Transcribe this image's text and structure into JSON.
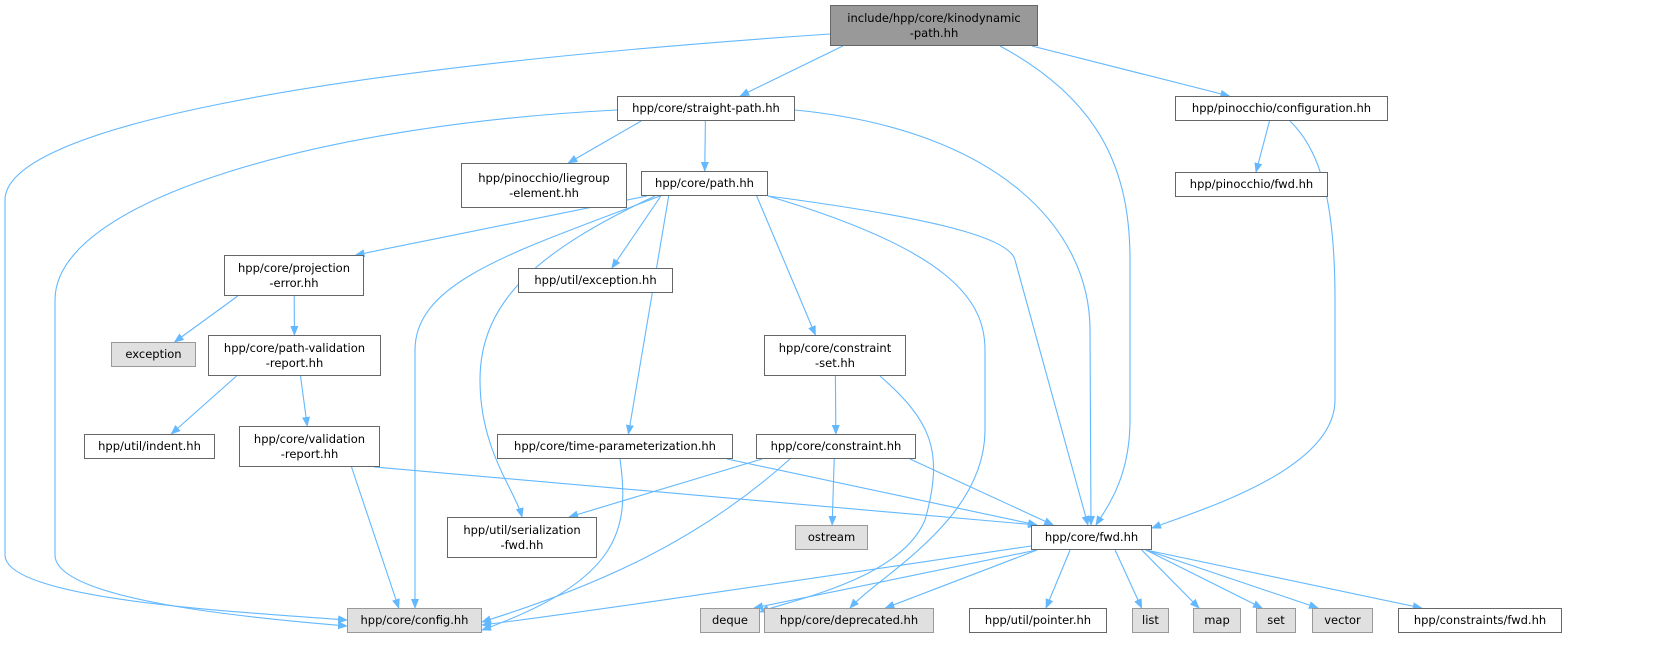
{
  "colors": {
    "edge": "#63b8ff",
    "root_fill": "#999999",
    "external_fill": "#e0e0e0"
  },
  "nodes": [
    {
      "id": "kino",
      "label": "include/hpp/core/kinodynamic\n-path.hh",
      "kind": "root"
    },
    {
      "id": "straight",
      "label": "hpp/core/straight-path.hh",
      "kind": "file"
    },
    {
      "id": "configuration",
      "label": "hpp/pinocchio/configuration.hh",
      "kind": "file"
    },
    {
      "id": "liegroup",
      "label": "hpp/pinocchio/liegroup\n-element.hh",
      "kind": "file"
    },
    {
      "id": "path",
      "label": "hpp/core/path.hh",
      "kind": "file"
    },
    {
      "id": "pinfwd",
      "label": "hpp/pinocchio/fwd.hh",
      "kind": "file"
    },
    {
      "id": "projection",
      "label": "hpp/core/projection\n-error.hh",
      "kind": "file"
    },
    {
      "id": "utilexc",
      "label": "hpp/util/exception.hh",
      "kind": "file"
    },
    {
      "id": "exception",
      "label": "exception",
      "kind": "external"
    },
    {
      "id": "pathval",
      "label": "hpp/core/path-validation\n-report.hh",
      "kind": "file"
    },
    {
      "id": "cset",
      "label": "hpp/core/constraint\n-set.hh",
      "kind": "file"
    },
    {
      "id": "indent",
      "label": "hpp/util/indent.hh",
      "kind": "file"
    },
    {
      "id": "valrep",
      "label": "hpp/core/validation\n-report.hh",
      "kind": "file"
    },
    {
      "id": "timeparam",
      "label": "hpp/core/time-parameterization.hh",
      "kind": "file"
    },
    {
      "id": "constraint",
      "label": "hpp/core/constraint.hh",
      "kind": "file"
    },
    {
      "id": "serial",
      "label": "hpp/util/serialization\n-fwd.hh",
      "kind": "file"
    },
    {
      "id": "ostream",
      "label": "ostream",
      "kind": "external"
    },
    {
      "id": "fwd",
      "label": "hpp/core/fwd.hh",
      "kind": "file"
    },
    {
      "id": "config",
      "label": "hpp/core/config.hh",
      "kind": "external"
    },
    {
      "id": "deque",
      "label": "deque",
      "kind": "external"
    },
    {
      "id": "deprecated",
      "label": "hpp/core/deprecated.hh",
      "kind": "external"
    },
    {
      "id": "pointer",
      "label": "hpp/util/pointer.hh",
      "kind": "file"
    },
    {
      "id": "list",
      "label": "list",
      "kind": "external"
    },
    {
      "id": "map",
      "label": "map",
      "kind": "external"
    },
    {
      "id": "set",
      "label": "set",
      "kind": "external"
    },
    {
      "id": "vector",
      "label": "vector",
      "kind": "external"
    },
    {
      "id": "cfwd",
      "label": "hpp/constraints/fwd.hh",
      "kind": "file"
    }
  ],
  "edges": [
    [
      "kino",
      "straight"
    ],
    [
      "kino",
      "config"
    ],
    [
      "kino",
      "fwd"
    ],
    [
      "kino",
      "configuration"
    ],
    [
      "straight",
      "config"
    ],
    [
      "straight",
      "liegroup"
    ],
    [
      "straight",
      "path"
    ],
    [
      "straight",
      "fwd"
    ],
    [
      "configuration",
      "pinfwd"
    ],
    [
      "configuration",
      "fwd"
    ],
    [
      "path",
      "projection"
    ],
    [
      "path",
      "config"
    ],
    [
      "path",
      "serial"
    ],
    [
      "path",
      "utilexc"
    ],
    [
      "path",
      "timeparam"
    ],
    [
      "path",
      "cset"
    ],
    [
      "path",
      "deprecated"
    ],
    [
      "path",
      "fwd"
    ],
    [
      "projection",
      "exception"
    ],
    [
      "projection",
      "pathval"
    ],
    [
      "pathval",
      "indent"
    ],
    [
      "pathval",
      "valrep"
    ],
    [
      "valrep",
      "config"
    ],
    [
      "valrep",
      "fwd"
    ],
    [
      "cset",
      "constraint"
    ],
    [
      "cset",
      "deque"
    ],
    [
      "timeparam",
      "config"
    ],
    [
      "timeparam",
      "fwd"
    ],
    [
      "constraint",
      "serial"
    ],
    [
      "constraint",
      "config"
    ],
    [
      "constraint",
      "ostream"
    ],
    [
      "constraint",
      "fwd"
    ],
    [
      "fwd",
      "config"
    ],
    [
      "fwd",
      "deque"
    ],
    [
      "fwd",
      "deprecated"
    ],
    [
      "fwd",
      "pointer"
    ],
    [
      "fwd",
      "list"
    ],
    [
      "fwd",
      "map"
    ],
    [
      "fwd",
      "set"
    ],
    [
      "fwd",
      "vector"
    ],
    [
      "fwd",
      "cfwd"
    ]
  ]
}
